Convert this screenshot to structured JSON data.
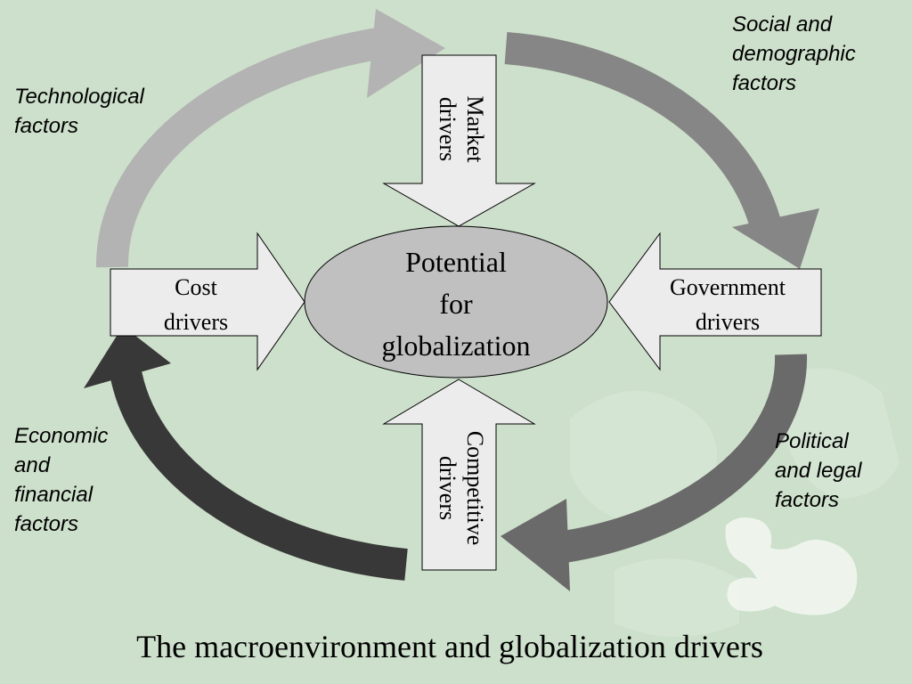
{
  "center": {
    "line1": "Potential",
    "line2": "for",
    "line3": "globalization"
  },
  "drivers": {
    "market": {
      "line1": "Market",
      "line2": "drivers"
    },
    "cost": {
      "line1": "Cost",
      "line2": "drivers"
    },
    "government": {
      "line1": "Government",
      "line2": "drivers"
    },
    "competitive": {
      "line1": "Competitive",
      "line2": "drivers"
    }
  },
  "factors": {
    "technological": "Technological\nfactors",
    "social": "Social and\ndemographic\nfactors",
    "political": "Political\nand legal\nfactors",
    "economic": "Economic\nand\nfinancial\nfactors"
  },
  "title": "The macroenvironment and globalization drivers",
  "colors": {
    "background": "#cde0cb",
    "arc_light": "#b3b3b3",
    "arc_mid": "#868686",
    "arc_dark_gray": "#6a6a6a",
    "arc_black": "#383838",
    "ellipse": "#c0c0c0",
    "driver_fill": "#ececec"
  }
}
